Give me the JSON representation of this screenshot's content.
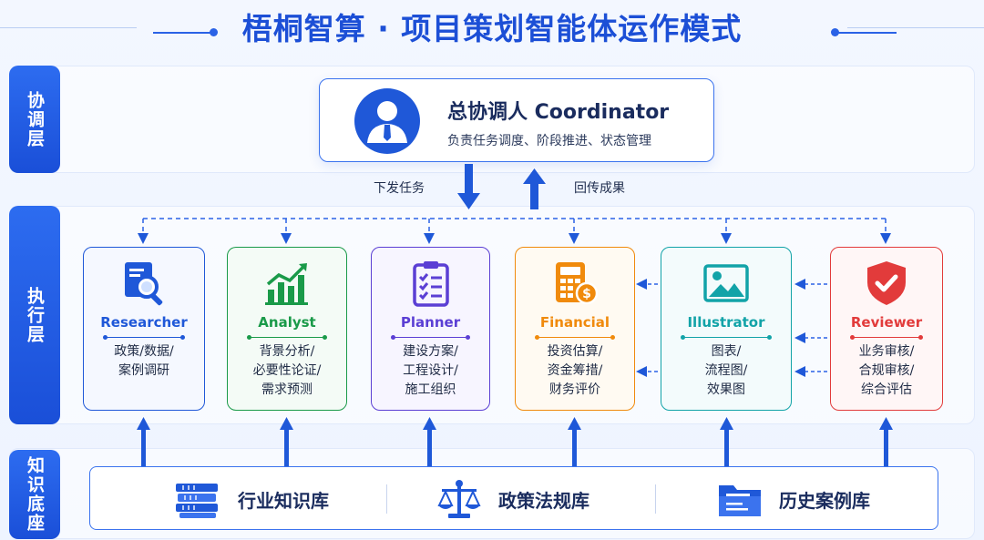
{
  "title": "梧桐智算 · 项目策划智能体运作模式",
  "layers": {
    "coordination": "协调层",
    "execution": "执行层",
    "knowledge": "知识底座"
  },
  "coordinator": {
    "title": "总协调人 Coordinator",
    "subtitle": "负责任务调度、阶段推进、状态管理",
    "icon": "user-tie-icon"
  },
  "flow": {
    "down_label": "下发任务",
    "up_label": "回传成果"
  },
  "agents": [
    {
      "name": "Researcher",
      "icon": "document-search-icon",
      "color": "#1f58d8",
      "lines": [
        "政策/数据/",
        "案例调研"
      ]
    },
    {
      "name": "Analyst",
      "icon": "growth-chart-icon",
      "color": "#1a9a49",
      "lines": [
        "背景分析/",
        "必要性论证/",
        "需求预测"
      ]
    },
    {
      "name": "Planner",
      "icon": "clipboard-checklist-icon",
      "color": "#5b3fd4",
      "lines": [
        "建设方案/",
        "工程设计/",
        "施工组织"
      ]
    },
    {
      "name": "Financial",
      "icon": "calculator-coin-icon",
      "color": "#f08a0c",
      "lines": [
        "投资估算/",
        "资金筹措/",
        "财务评价"
      ]
    },
    {
      "name": "Illustrator",
      "icon": "image-icon",
      "color": "#12a3a8",
      "lines": [
        "图表/",
        "流程图/",
        "效果图"
      ]
    },
    {
      "name": "Reviewer",
      "icon": "shield-check-icon",
      "color": "#e23b3b",
      "lines": [
        "业务审核/",
        "合规审核/",
        "综合评估"
      ]
    }
  ],
  "knowledge": [
    {
      "label": "行业知识库",
      "icon": "books-icon"
    },
    {
      "label": "政策法规库",
      "icon": "scales-icon"
    },
    {
      "label": "历史案例库",
      "icon": "folder-icon"
    }
  ],
  "colors": {
    "primary": "#1f58d8",
    "band_tag": "#2463ea"
  }
}
